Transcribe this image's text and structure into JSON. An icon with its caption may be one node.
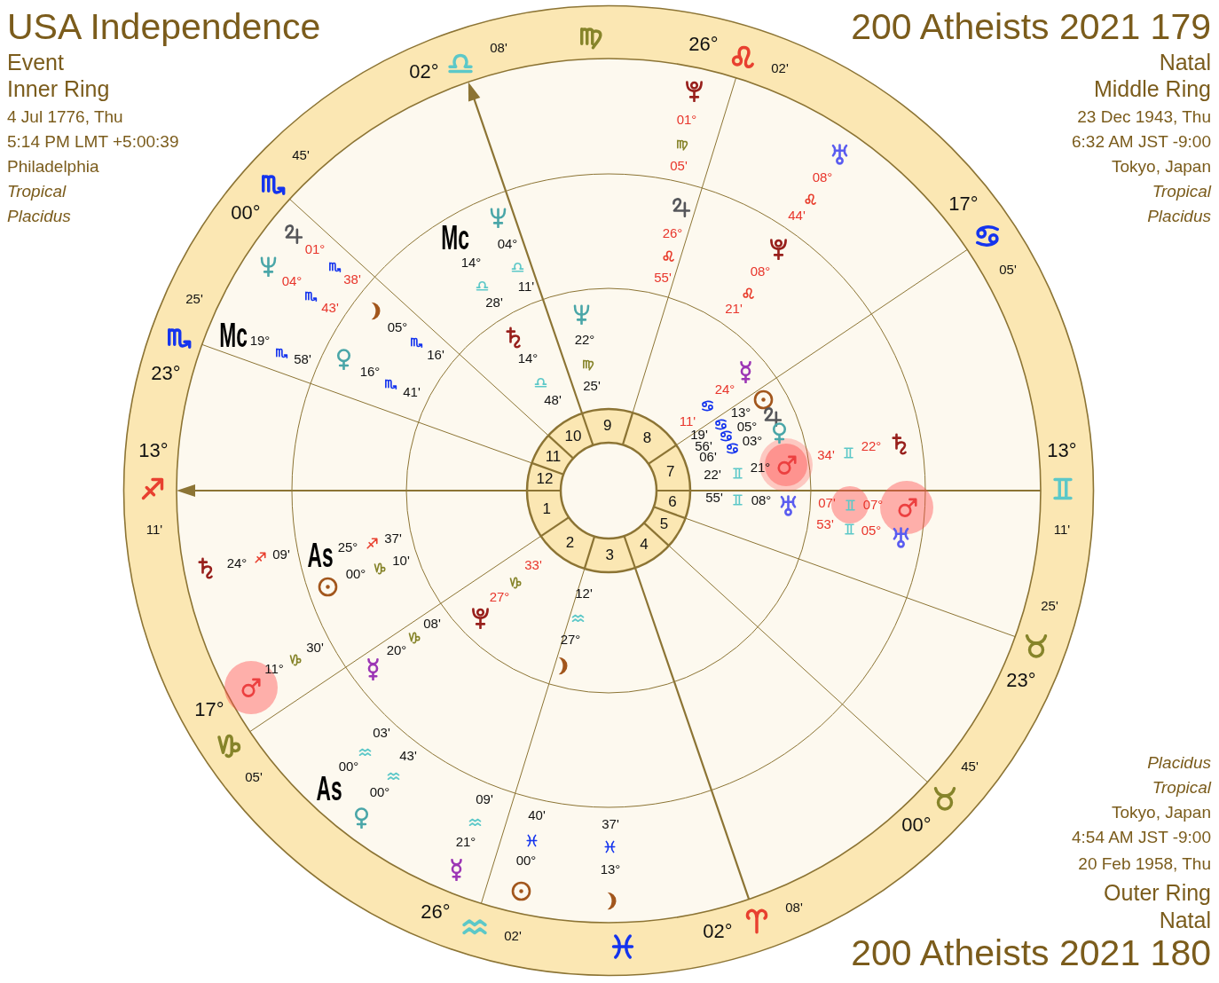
{
  "diagram": {
    "labels": [
      "USA Independence",
      "Event",
      "Inner Ring",
      "4 Jul 1776, Thu",
      "5:14 PM LMT +5:00:39",
      "Philadelphia",
      "Tropical",
      "Placidus",
      "200 Atheists 2021 179",
      "Natal",
      "Middle Ring",
      "23 Dec 1943, Thu",
      "6:32 AM JST -9:00",
      "Tokyo, Japan",
      "Tropical",
      "Placidus",
      "00°",
      "45'",
      "02°",
      "08'",
      "26°",
      "02'",
      "17°",
      "05'",
      "13°",
      "11'",
      "23°",
      "25'",
      "00°",
      "45'",
      "02°",
      "08'",
      "26°",
      "02'",
      "17°",
      "05'",
      "13°",
      "11'",
      "23°",
      "25'",
      "1",
      "2",
      "3",
      "4",
      "5",
      "6",
      "7",
      "8",
      "9",
      "10",
      "11",
      "12",
      "22°",
      "25'",
      "14°",
      "48'",
      "24°",
      "11'",
      "13°",
      "19'",
      "05°",
      "56'",
      "03°",
      "06'",
      "21°",
      "22'",
      "08°",
      "55'",
      "27°",
      "33'",
      "27°",
      "12'",
      "05°",
      "16'",
      "16°",
      "41'",
      "Mc",
      "14°",
      "28'",
      "04°",
      "11'",
      "26°",
      "55'",
      "08°",
      "21'",
      "22°",
      "34'",
      "07°",
      "07'",
      "05°",
      "53'",
      "As",
      "25°",
      "37'",
      "00°",
      "10'",
      "20°",
      "08'",
      "01°",
      "05'",
      "08°",
      "44'",
      "01°",
      "38'",
      "04°",
      "43'",
      "Mc",
      "19°",
      "58'",
      "24°",
      "09'",
      "11°",
      "30'",
      "As",
      "00°",
      "03'",
      "00°",
      "43'",
      "21°",
      "09'",
      "00°",
      "40'",
      "13°",
      "37'",
      "Placidus",
      "Tropical",
      "Tokyo, Japan",
      "4:54 AM JST -9:00",
      "20 Feb 1958, Thu",
      "Outer Ring",
      "Natal",
      "200 Atheists 2021 180"
    ]
  }
}
